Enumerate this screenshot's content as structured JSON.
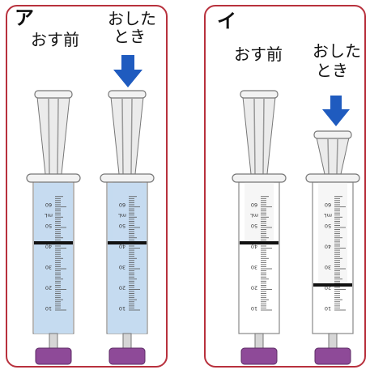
{
  "panels": [
    {
      "label": "ア",
      "before_caption": "おす前",
      "after_caption_line1": "おした",
      "after_caption_line2": "とき"
    },
    {
      "label": "イ",
      "before_caption": "おす前",
      "after_caption_line1": "おした",
      "after_caption_line2": "とき"
    }
  ],
  "syringe": {
    "tick_labels": [
      "10",
      "20",
      "30",
      "40",
      "50",
      "mL",
      "60"
    ],
    "air_color": "#c5dbf0",
    "barrel_color": "#ffffff",
    "plunger_color": "#ebebeb",
    "stopper_color": "#8e4a98",
    "mark_color": "#111111"
  },
  "arrow_color": "#1f5bbf",
  "border_color": "#b8313d"
}
